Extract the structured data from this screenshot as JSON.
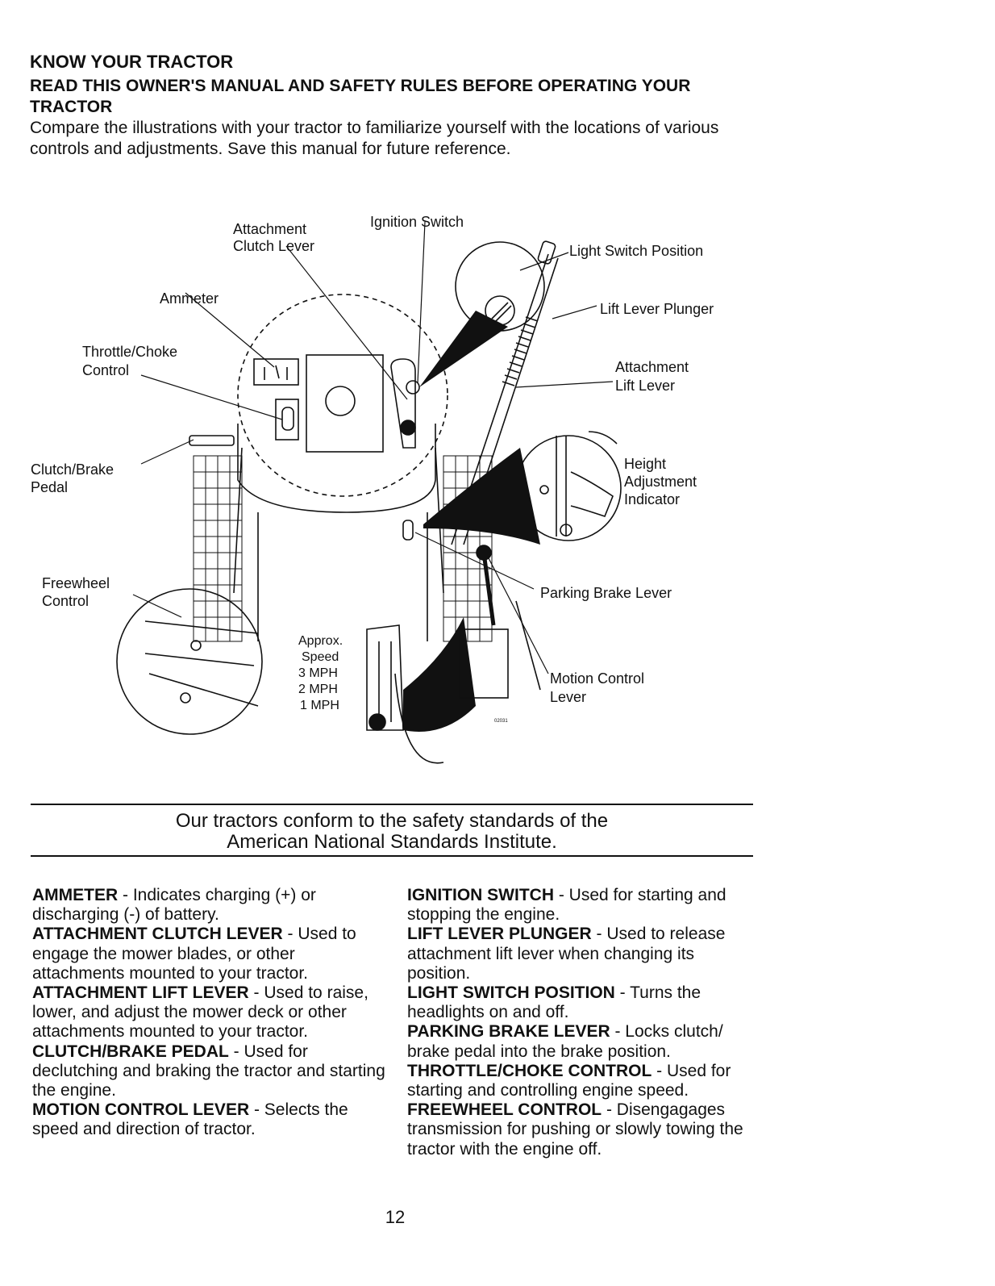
{
  "header": {
    "title": "KNOW YOUR TRACTOR",
    "subtitle": "READ THIS OWNER'S MANUAL AND SAFETY RULES BEFORE OPERATING YOUR TRACTOR",
    "intro": "Compare the illustrations with your tractor to familiarize yourself with the locations of various controls and adjustments. Save this manual for future reference."
  },
  "diagram_labels": {
    "attachment_clutch_lever_1": "Attachment",
    "attachment_clutch_lever_2": "Clutch Lever",
    "ignition_switch": "Ignition Switch",
    "light_switch_position": "Light Switch Position",
    "ammeter": "Ammeter",
    "lift_lever_plunger": "Lift Lever Plunger",
    "throttle_choke_1": "Throttle/Choke",
    "throttle_choke_2": "Control",
    "attachment_lift_lever_1": "Attachment",
    "attachment_lift_lever_2": "Lift Lever",
    "clutch_brake_1": "Clutch/Brake",
    "clutch_brake_2": "Pedal",
    "height_1": "Height",
    "height_2": "Adjustment",
    "height_3": "Indicator",
    "freewheel_1": "Freewheel",
    "freewheel_2": "Control",
    "parking_brake": "Parking Brake Lever",
    "approx": "Approx.",
    "speed": "Speed",
    "mph3": "3 MPH",
    "mph2": "2 MPH",
    "mph1": "1 MPH",
    "motion_control_1": "Motion Control",
    "motion_control_2": "Lever",
    "figure_code": "02031"
  },
  "standards_note": {
    "line1": "Our tractors conform to the safety standards of the",
    "line2": "American National Standards Institute."
  },
  "definitions_left": [
    {
      "term": "AMMETER",
      "text": " - Indicates charging (+) or discharging (-) of battery."
    },
    {
      "term": "ATTACHMENT CLUTCH LEVER",
      "text": " - Used to engage the mower blades, or other attachments mounted to your tractor."
    },
    {
      "term": "ATTACHMENT LIFT LEVER",
      "text": " - Used to raise, lower, and adjust the mower deck or other attachments mounted to your tractor."
    },
    {
      "term": "CLUTCH/BRAKE PEDAL",
      "text": " - Used for declutching and braking the tractor and starting the engine."
    },
    {
      "term": "MOTION CONTROL LEVER",
      "text": " - Selects the speed and direction of tractor."
    }
  ],
  "definitions_right": [
    {
      "term": "IGNITION SWITCH",
      "text": " - Used for starting and stopping the engine."
    },
    {
      "term": "LIFT LEVER PLUNGER",
      "text": " - Used to release attachment lift lever when changing its position."
    },
    {
      "term": "LIGHT SWITCH POSITION",
      "text": " - Turns the headlights on and off."
    },
    {
      "term": "PARKING BRAKE LEVER",
      "text": " - Locks clutch/ brake pedal into the brake position."
    },
    {
      "term": "THROTTLE/CHOKE CONTROL",
      "text": " - Used for starting and controlling engine speed."
    },
    {
      "term": "FREEWHEEL CONTROL",
      "text": " - Disengagages transmission for pushing or slowly towing the tractor with the engine off."
    }
  ],
  "page_number": "12"
}
